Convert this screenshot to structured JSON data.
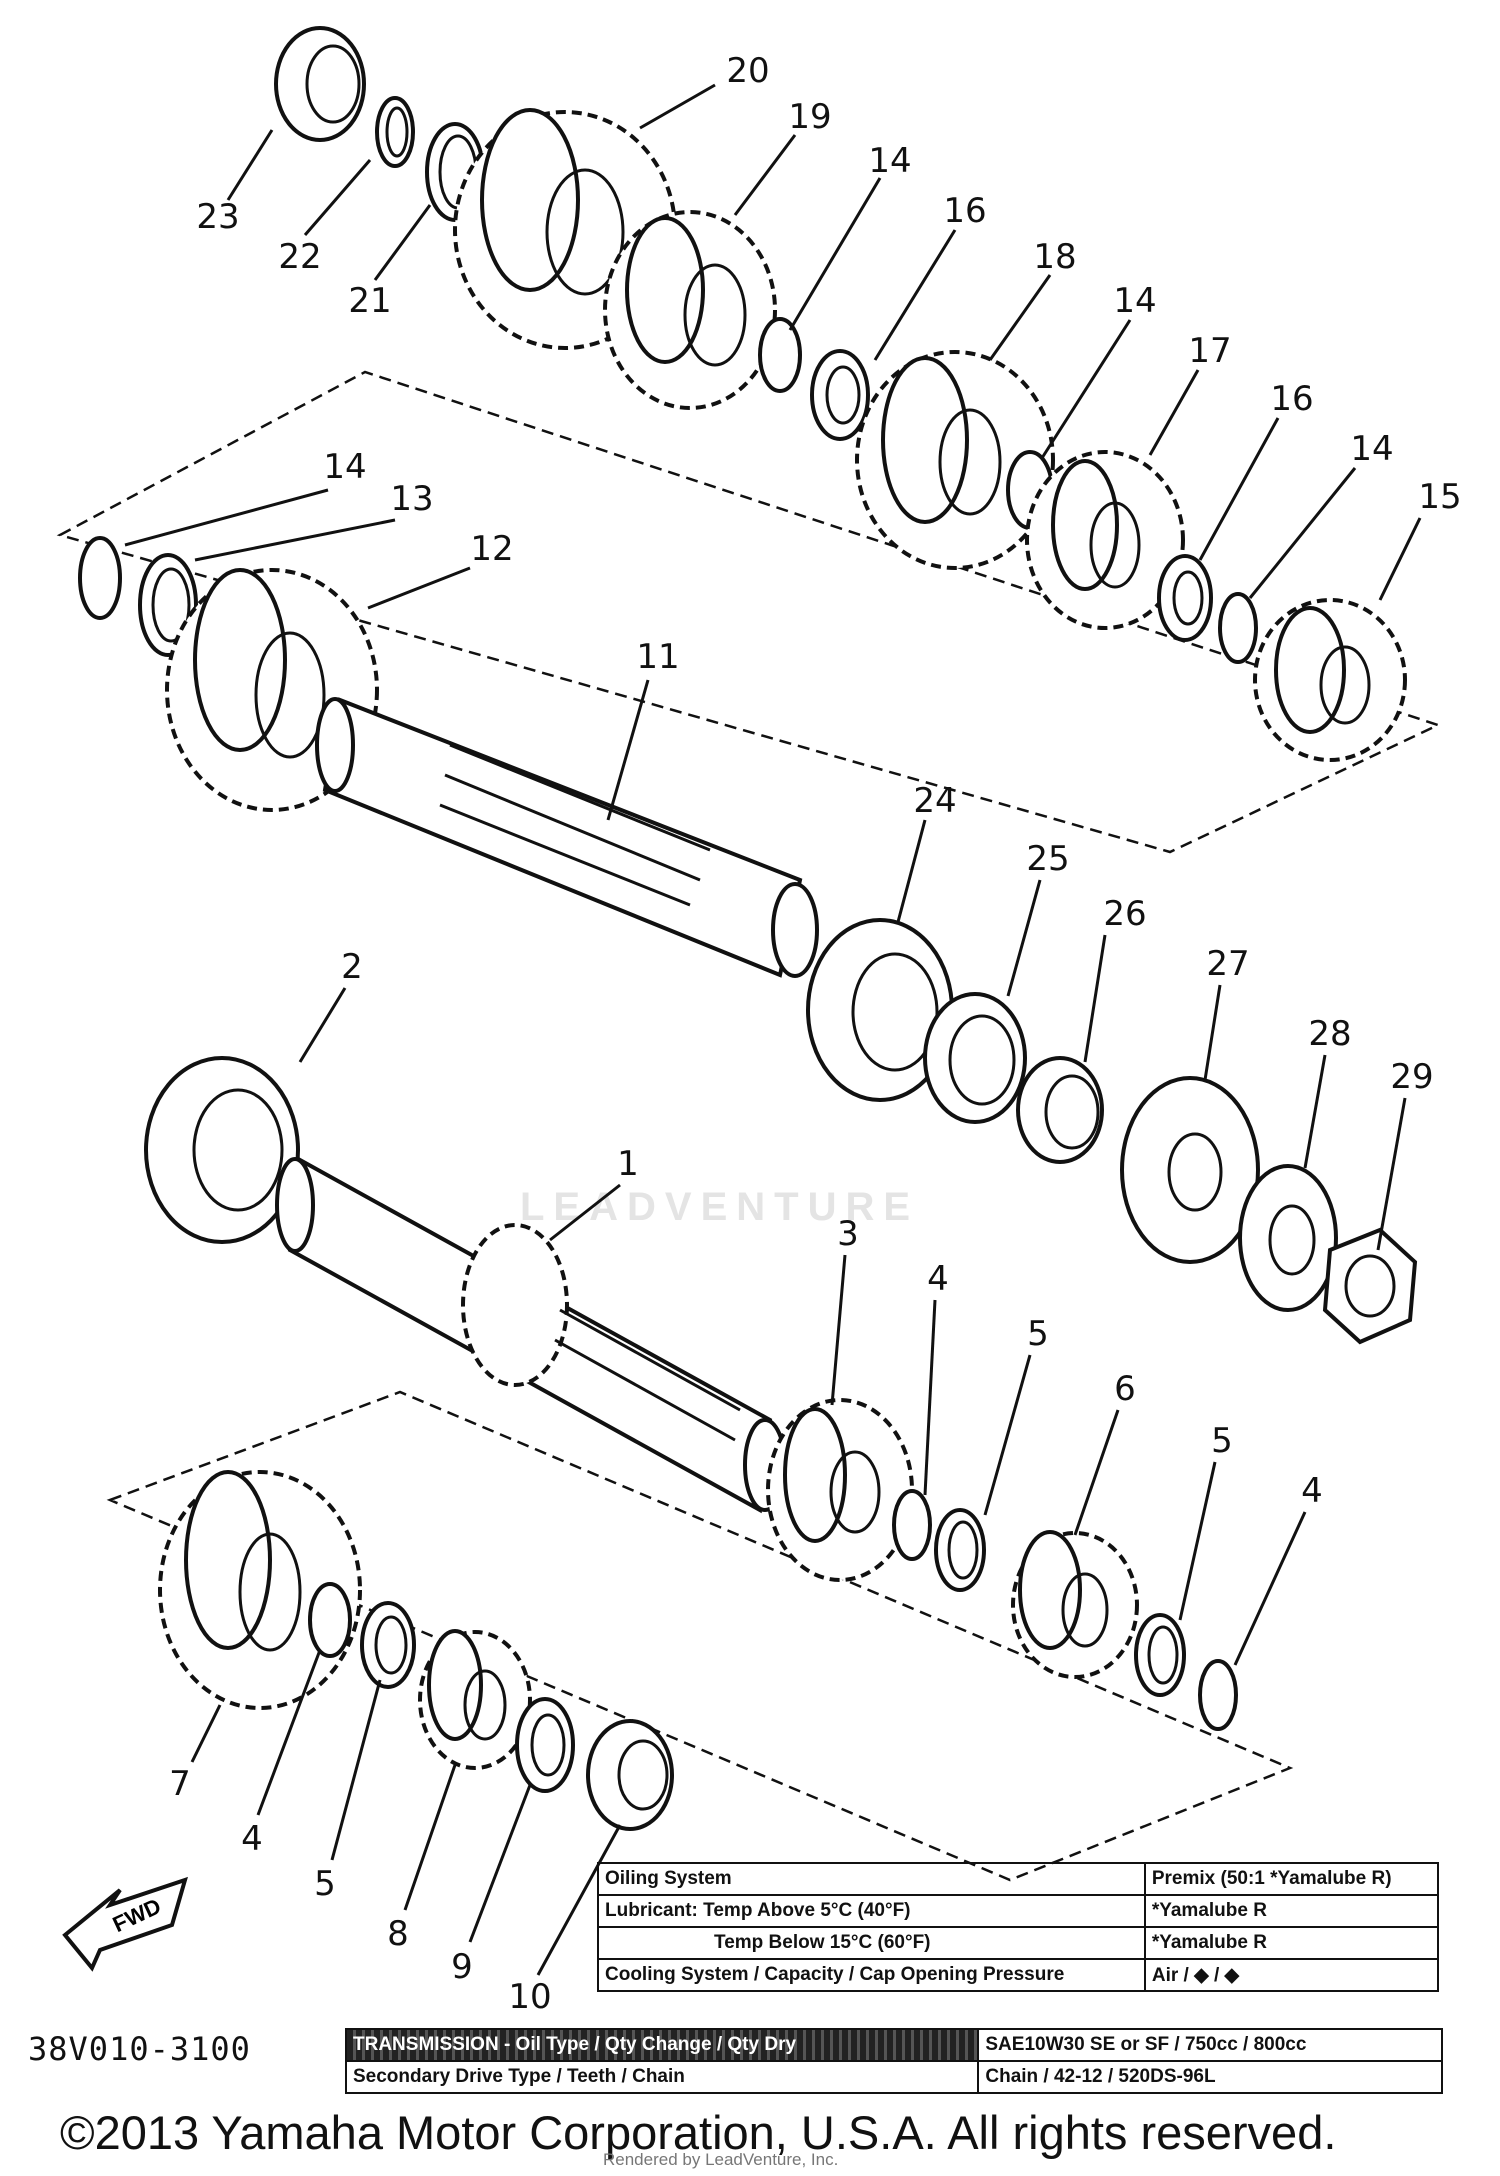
{
  "diagram": {
    "part_numbers": [
      "1",
      "2",
      "3",
      "4",
      "4",
      "4",
      "5",
      "5",
      "5",
      "6",
      "7",
      "8",
      "9",
      "10",
      "11",
      "12",
      "13",
      "14",
      "14",
      "14",
      "14",
      "15",
      "16",
      "16",
      "17",
      "18",
      "19",
      "20",
      "21",
      "22",
      "23",
      "24",
      "25",
      "26",
      "27",
      "28",
      "29"
    ],
    "direction_arrow": "FWD",
    "diagram_code": "38V010-3100",
    "watermark": "LEADVENTURE",
    "footer_credit": "Rendered by LeadVenture, Inc.",
    "copyright": "©2013 Yamaha Motor Corporation, U.S.A. All rights reserved."
  },
  "spec_table_top": {
    "rows": [
      {
        "label": "Oiling System",
        "value": "Premix (50:1 *Yamalube R)"
      },
      {
        "label": "Lubricant: Temp Above 5°C (40°F)",
        "value": "*Yamalube R"
      },
      {
        "label": "Temp Below 15°C (60°F)",
        "value": "*Yamalube R"
      },
      {
        "label": "Cooling System / Capacity / Cap Opening Pressure",
        "value": "Air / ◆ / ◆"
      }
    ]
  },
  "spec_table_bottom": {
    "rows": [
      {
        "label": "TRANSMISSION - Oil Type / Qty Change / Qty Dry",
        "value": "SAE10W30 SE or SF / 750cc / 800cc"
      },
      {
        "label": "Secondary Drive Type / Teeth / Chain",
        "value": "Chain / 42-12 / 520DS-96L"
      }
    ]
  }
}
